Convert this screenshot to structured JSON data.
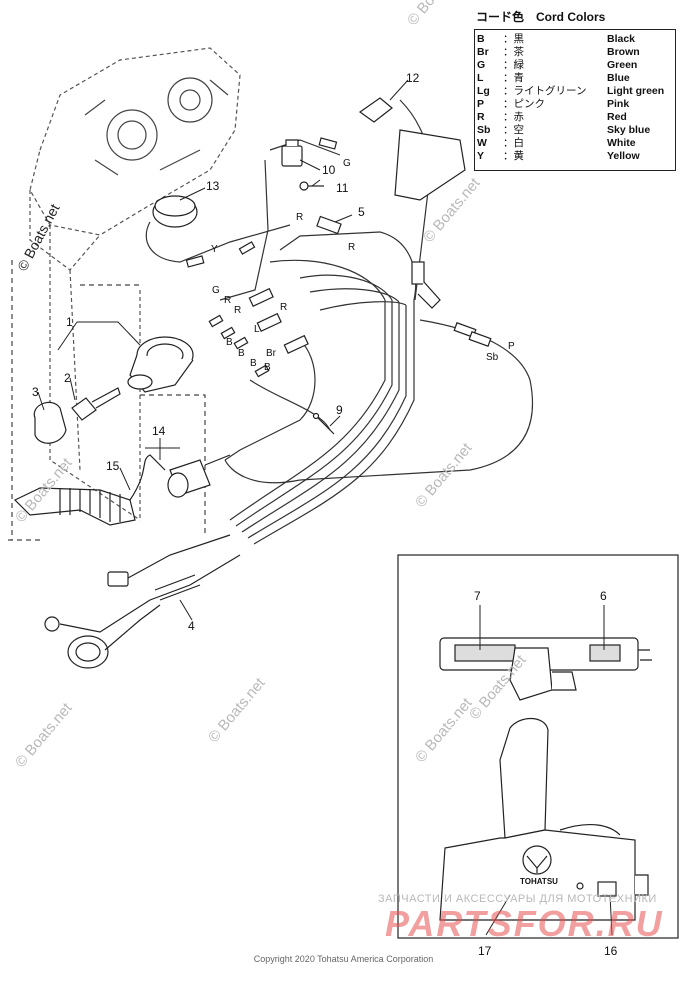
{
  "legend": {
    "title": "コード色　Cord Colors",
    "rows": [
      {
        "code": "B",
        "jp": "：黒",
        "en": "Black"
      },
      {
        "code": "Br",
        "jp": "：茶",
        "en": "Brown"
      },
      {
        "code": "G",
        "jp": "：緑",
        "en": "Green"
      },
      {
        "code": "L",
        "jp": "：青",
        "en": "Blue"
      },
      {
        "code": "Lg",
        "jp": "：ライトグリーン",
        "en": "Light green"
      },
      {
        "code": "P",
        "jp": "：ピンク",
        "en": "Pink"
      },
      {
        "code": "R",
        "jp": "：赤",
        "en": "Red"
      },
      {
        "code": "Sb",
        "jp": "：空",
        "en": "Sky blue"
      },
      {
        "code": "W",
        "jp": "：白",
        "en": "White"
      },
      {
        "code": "Y",
        "jp": "：黄",
        "en": "Yellow"
      }
    ]
  },
  "callouts": [
    "1",
    "2",
    "3",
    "4",
    "5",
    "6",
    "7",
    "9",
    "10",
    "11",
    "12",
    "13",
    "14",
    "15",
    "16",
    "17"
  ],
  "wire_labels": [
    "G",
    "R",
    "Y",
    "R",
    "G",
    "R",
    "R",
    "R",
    "L",
    "B",
    "B",
    "B",
    "Br",
    "B",
    "P",
    "Sb"
  ],
  "watermark": "© Boats.net",
  "copyright": "Copyright 2020 Tohatsu America Corporation",
  "advert": {
    "line1": "ЗАПЧАСТИ И АКСЕССУАРЫ ДЛЯ МОТОТЕХНИКИ",
    "logo": "PARTSFOR.RU"
  },
  "brand_badge": "TOHATSU",
  "colors": {
    "ink": "#111111",
    "watermark": "#b9b9b9",
    "advert": "#e65050"
  }
}
